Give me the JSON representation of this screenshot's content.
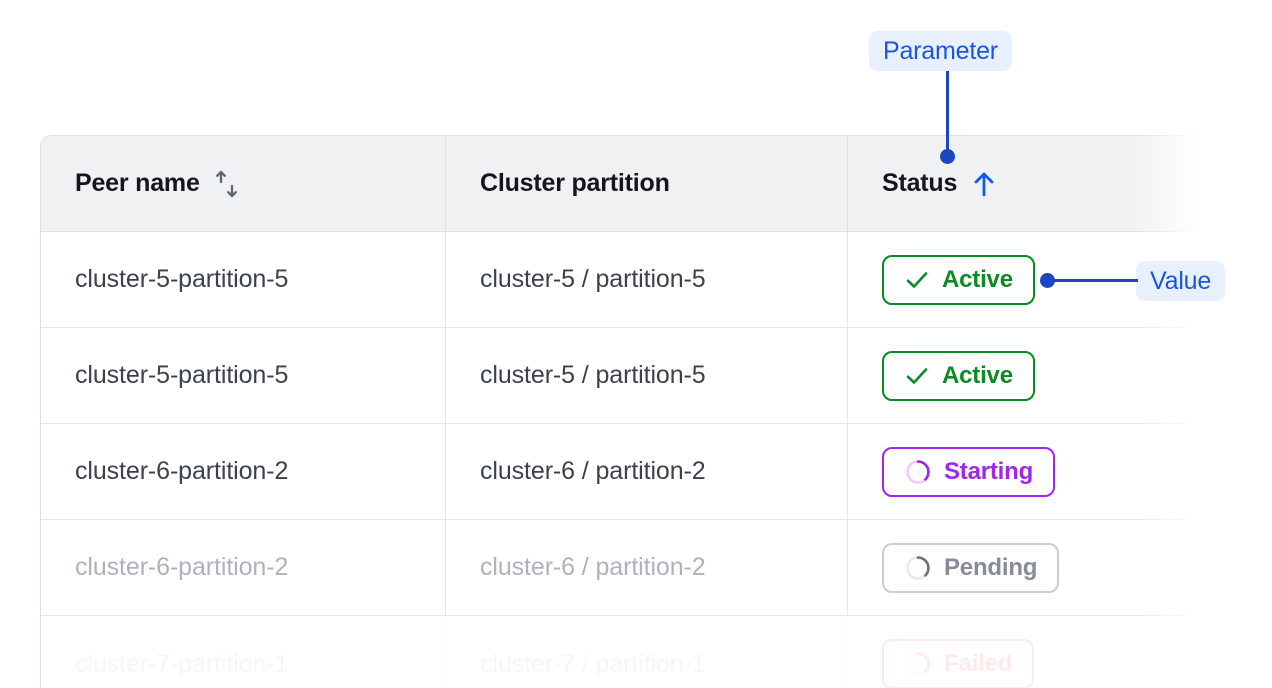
{
  "annotations": [
    {
      "id": "parameter",
      "label": "Parameter",
      "color": "#1a56db",
      "bg": "#e8f0fe",
      "points_to": "status-column-header"
    },
    {
      "id": "value",
      "label": "Value",
      "color": "#1a56db",
      "bg": "#e8f0fe",
      "points_to": "status-badge-active-row-1"
    }
  ],
  "table": {
    "columns": [
      {
        "key": "peer_name",
        "label": "Peer name",
        "sort_icon": "sort-updown-icon",
        "sorted": false
      },
      {
        "key": "cluster_partition",
        "label": "Cluster partition",
        "sort_icon": null,
        "sorted": false
      },
      {
        "key": "status",
        "label": "Status",
        "sort_icon": "sort-arrow-up-icon",
        "sorted": true,
        "sort_direction": "asc"
      }
    ],
    "rows": [
      {
        "peer_name": "cluster-5-partition-5",
        "cluster_partition": "cluster-5 / partition-5",
        "status": "Active",
        "status_variant": "active",
        "status_icon": "check-icon",
        "dim": false
      },
      {
        "peer_name": "cluster-5-partition-5",
        "cluster_partition": "cluster-5 / partition-5",
        "status": "Active",
        "status_variant": "active",
        "status_icon": "check-icon",
        "dim": false
      },
      {
        "peer_name": "cluster-6-partition-2",
        "cluster_partition": "cluster-6 / partition-2",
        "status": "Starting",
        "status_variant": "starting",
        "status_icon": "spinner-icon",
        "dim": false
      },
      {
        "peer_name": "cluster-6-partition-2",
        "cluster_partition": "cluster-6 / partition-2",
        "status": "Pending",
        "status_variant": "pending",
        "status_icon": "spinner-icon",
        "dim": true
      },
      {
        "peer_name": "cluster-7-partition-1",
        "cluster_partition": "cluster-7 / partition-1",
        "status": "Failed",
        "status_variant": "failed",
        "status_icon": "spinner-icon",
        "dim": true,
        "ghost": true
      }
    ]
  },
  "colors": {
    "accent_blue": "#1a56db",
    "connector_blue": "#1a46c4",
    "status_active": "#0a8b26",
    "status_starting": "#a226e8",
    "status_pending": "#868d96",
    "status_failed": "#ef4444",
    "header_bg": "#f0f1f3",
    "border": "#dcdfe3",
    "text": "#3b424c",
    "text_muted": "#aeb3ba"
  }
}
